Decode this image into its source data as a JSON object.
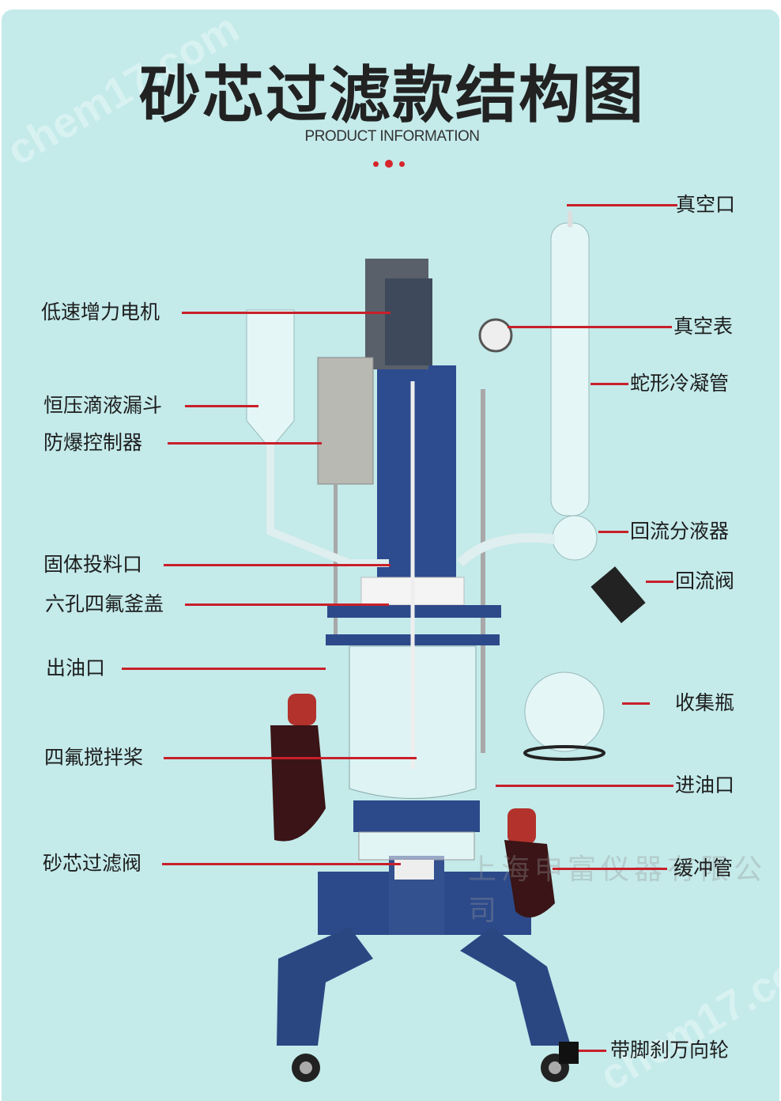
{
  "header": {
    "title": "砂芯过滤款结构图",
    "subtitle": "PRODUCT INFORMATION"
  },
  "labels_left": [
    {
      "id": "motor",
      "text": "低速增力电机"
    },
    {
      "id": "funnel",
      "text": "恒压滴液漏斗"
    },
    {
      "id": "controller",
      "text": "防爆控制器"
    },
    {
      "id": "solid-feed",
      "text": "固体投料口"
    },
    {
      "id": "lid",
      "text": "六孔四氟釜盖"
    },
    {
      "id": "oil-out",
      "text": "出油口"
    },
    {
      "id": "stirrer",
      "text": "四氟搅拌桨"
    },
    {
      "id": "filter-valve",
      "text": "砂芯过滤阀"
    }
  ],
  "labels_right": [
    {
      "id": "vacuum-port",
      "text": "真空口"
    },
    {
      "id": "vacuum-gauge",
      "text": "真空表"
    },
    {
      "id": "condenser",
      "text": "蛇形冷凝管"
    },
    {
      "id": "separator",
      "text": "回流分液器"
    },
    {
      "id": "reflux-valve",
      "text": "回流阀"
    },
    {
      "id": "flask",
      "text": "收集瓶"
    },
    {
      "id": "oil-in",
      "text": "进油口"
    },
    {
      "id": "buffer",
      "text": "缓冲管"
    },
    {
      "id": "casters",
      "text": "带脚刹万向轮"
    }
  ],
  "watermarks": [
    "chem17.com",
    "上海申富仪器有限公司"
  ],
  "colors": {
    "background": "#c4eaea",
    "accent": "#c8202a",
    "frame": "#2b4a8c"
  }
}
